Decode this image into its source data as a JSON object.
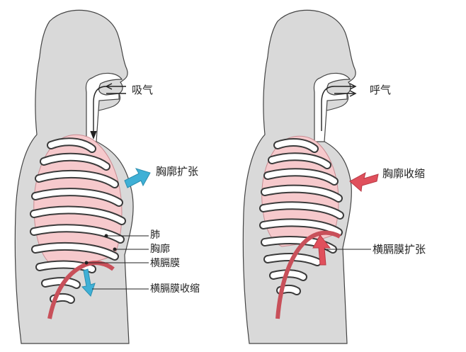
{
  "left": {
    "inhale_label": "吸气",
    "chest_label": "胸廓扩张",
    "lung_label": "肺",
    "ribcage_label": "胸廓",
    "diaphragm_label": "横膈膜",
    "diaphragm_action_label": "横膈膜收缩",
    "arrow_color": "#3fb0d6"
  },
  "right": {
    "exhale_label": "呼气",
    "chest_label": "胸廓收缩",
    "diaphragm_action_label": "横膈膜扩张",
    "arrow_color": "#e0505c"
  }
}
